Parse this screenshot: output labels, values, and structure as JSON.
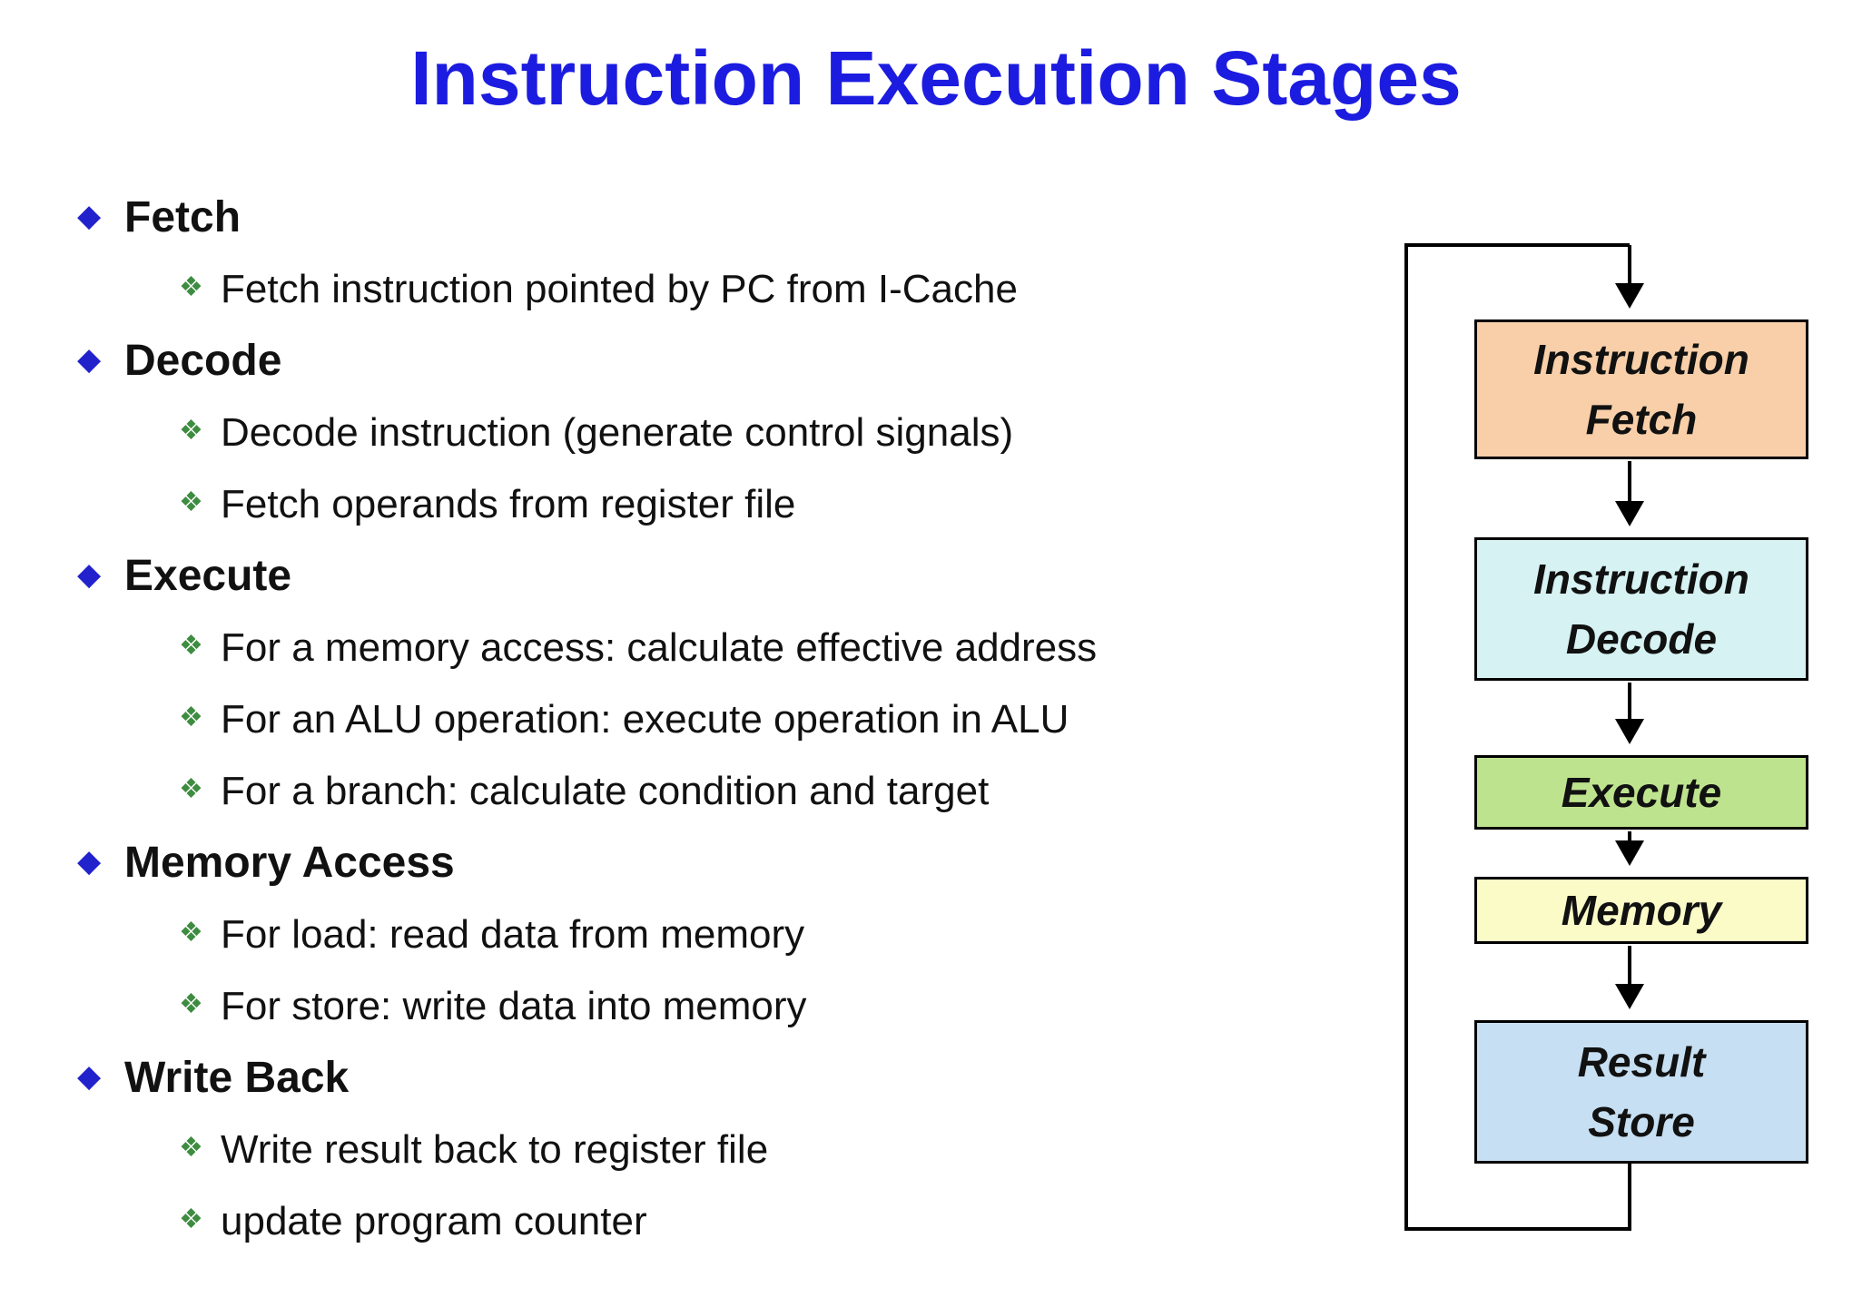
{
  "title": "Instruction Execution Stages",
  "colors": {
    "title": "#1c1ce0",
    "bullet_main": "#2222cc",
    "bullet_sub": "#3d8c40",
    "flow_line": "#000000"
  },
  "bullets": {
    "main": "◆",
    "sub": "❖"
  },
  "outline": [
    {
      "label": "Fetch",
      "subs": [
        "Fetch instruction pointed by PC from I-Cache"
      ]
    },
    {
      "label": "Decode",
      "subs": [
        "Decode instruction (generate control signals)",
        "Fetch operands from register file"
      ]
    },
    {
      "label": "Execute",
      "subs": [
        "For a memory access: calculate effective address",
        "For an ALU operation: execute operation in ALU",
        "For a branch: calculate condition and target"
      ]
    },
    {
      "label": "Memory Access",
      "subs": [
        "For load: read data from memory",
        "For store: write data into memory"
      ]
    },
    {
      "label": "Write Back",
      "subs": [
        "Write result back to register file",
        "update program counter"
      ]
    }
  ],
  "flowchart": {
    "boxes": [
      {
        "label": "Instruction\nFetch",
        "fill": "#f8cfa8"
      },
      {
        "label": "Instruction\nDecode",
        "fill": "#d6f2f2"
      },
      {
        "label": "Execute",
        "fill": "#bee38e"
      },
      {
        "label": "Memory",
        "fill": "#fbfbc8"
      },
      {
        "label": "Result\nStore",
        "fill": "#c6dff2"
      }
    ]
  }
}
